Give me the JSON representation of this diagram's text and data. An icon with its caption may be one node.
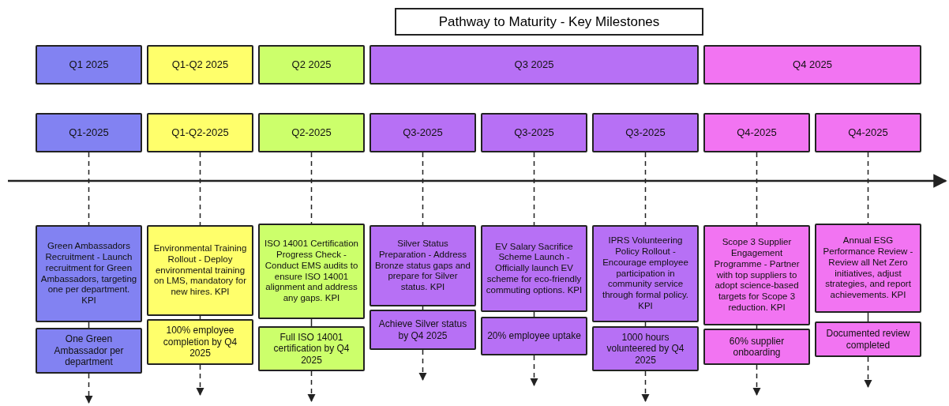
{
  "diagram": {
    "title": "Pathway to Maturity - Key Milestones",
    "nodes": [
      {
        "text": [
          "Q1 2025"
        ]
      },
      {
        "text": [
          "Q1-Q2 2025"
        ]
      },
      {
        "text": [
          "Q2 2025"
        ]
      },
      {
        "text": [
          "Q3 2025"
        ]
      },
      {
        "text": [
          "Q4 2025"
        ]
      },
      {
        "text": [
          "Q1-2025"
        ]
      },
      {
        "text": [
          "Q1-Q2-2025"
        ]
      },
      {
        "text": [
          "Q2-2025"
        ]
      },
      {
        "text": [
          "Q3-2025"
        ]
      },
      {
        "text": [
          "Q3-2025"
        ]
      },
      {
        "text": [
          "Q3-2025"
        ]
      },
      {
        "text": [
          "Q4-2025"
        ]
      },
      {
        "text": [
          "Q4-2025"
        ]
      },
      {
        "text": [
          "Green Ambassadors Recruitment - Launch recruitment for Green Ambassadors, targeting one per department. KPI"
        ]
      },
      {
        "text": [
          "Environmental Training Rollout - Deploy environmental training on LMS, mandatory for new hires. KPI"
        ]
      },
      {
        "text": [
          "ISO 14001 Certification Progress Check - Conduct EMS audits to ensure ISO 14001 alignment and address any gaps. KPI"
        ]
      },
      {
        "text": [
          "Silver Status Preparation - Address Bronze status gaps and prepare for Silver status. KPI"
        ]
      },
      {
        "text": [
          "EV Salary Sacrifice Scheme Launch - Officially launch EV scheme for eco-friendly commuting options. KPI"
        ]
      },
      {
        "text": [
          "IPRS Volunteering Policy Rollout - Encourage employee participation in community service through formal policy. KPI"
        ]
      },
      {
        "text": [
          "Scope 3 Supplier Engagement Programme - Partner with top suppliers to adopt science-based targets for Scope 3 reduction. KPI"
        ]
      },
      {
        "text": [
          "Annual ESG Performance Review - Review all Net Zero initiatives, adjust strategies, and report achievements. KPI"
        ]
      },
      {
        "text": [
          "One Green Ambassador per department"
        ]
      },
      {
        "text": [
          "100% employee completion by Q4 2025"
        ]
      },
      {
        "text": [
          "Full ISO 14001 certification by Q4 2025"
        ]
      },
      {
        "text": [
          "Achieve Silver status by Q4 2025"
        ]
      },
      {
        "text": [
          "20% employee uptake"
        ]
      },
      {
        "text": [
          "1000 hours volunteered by Q4 2025"
        ]
      },
      {
        "text": [
          "60% supplier onboarding"
        ]
      },
      {
        "text": [
          "Documented review completed"
        ]
      }
    ],
    "edges": [
      {
        "from": 5,
        "to": 13,
        "arrow": "none",
        "style": "dashed"
      },
      {
        "from": 13,
        "to": 21,
        "arrow": "none"
      },
      {
        "from": 21,
        "to": null,
        "arrow": "to",
        "style": "dashed"
      },
      {
        "from": 6,
        "to": 14,
        "arrow": "none",
        "style": "dashed"
      },
      {
        "from": 14,
        "to": 22,
        "arrow": "none"
      },
      {
        "from": 22,
        "to": null,
        "arrow": "to",
        "style": "dashed"
      },
      {
        "from": 7,
        "to": 15,
        "arrow": "none",
        "style": "dashed"
      },
      {
        "from": 15,
        "to": 23,
        "arrow": "none"
      },
      {
        "from": 23,
        "to": null,
        "arrow": "to",
        "style": "dashed"
      },
      {
        "from": 8,
        "to": 16,
        "arrow": "none",
        "style": "dashed"
      },
      {
        "from": 16,
        "to": 24,
        "arrow": "none"
      },
      {
        "from": 24,
        "to": null,
        "arrow": "to",
        "style": "dashed"
      },
      {
        "from": 9,
        "to": 17,
        "arrow": "none",
        "style": "dashed"
      },
      {
        "from": 17,
        "to": 25,
        "arrow": "none"
      },
      {
        "from": 25,
        "to": null,
        "arrow": "to",
        "style": "dashed"
      },
      {
        "from": 10,
        "to": 18,
        "arrow": "none",
        "style": "dashed"
      },
      {
        "from": 18,
        "to": 26,
        "arrow": "none"
      },
      {
        "from": 26,
        "to": null,
        "arrow": "to",
        "style": "dashed"
      },
      {
        "from": 11,
        "to": 19,
        "arrow": "none",
        "style": "dashed"
      },
      {
        "from": 19,
        "to": 27,
        "arrow": "none"
      },
      {
        "from": 27,
        "to": null,
        "arrow": "to",
        "style": "dashed"
      },
      {
        "from": 12,
        "to": 20,
        "arrow": "none",
        "style": "dashed"
      },
      {
        "from": 20,
        "to": 28,
        "arrow": "none"
      },
      {
        "from": 28,
        "to": null,
        "arrow": "to",
        "style": "dashed"
      }
    ]
  }
}
